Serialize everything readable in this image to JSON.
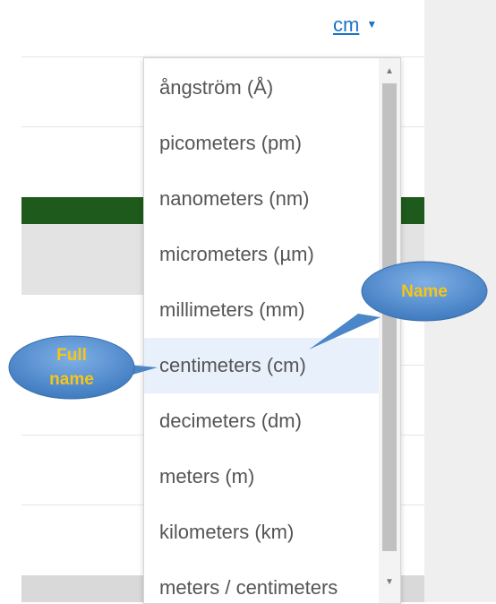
{
  "unit_selector": {
    "value": "cm",
    "caret_icon": "caret-down-icon"
  },
  "dropdown": {
    "options": [
      "ångström (Å)",
      "picometers (pm)",
      "nanometers (nm)",
      "micrometers (µm)",
      "millimeters (mm)",
      "centimeters (cm)",
      "decimeters (dm)",
      "meters (m)",
      "kilometers (km)",
      "meters / centimeters"
    ],
    "selected": "centimeters (cm)"
  },
  "callouts": {
    "name": "Name",
    "full_name": "Full name"
  },
  "colors": {
    "accent_link": "#1a73c5",
    "green_bar": "#1e5a1b",
    "selected_bg": "#e8f1fb",
    "callout_blue": "#4a86c8",
    "callout_text": "#f5c518"
  }
}
